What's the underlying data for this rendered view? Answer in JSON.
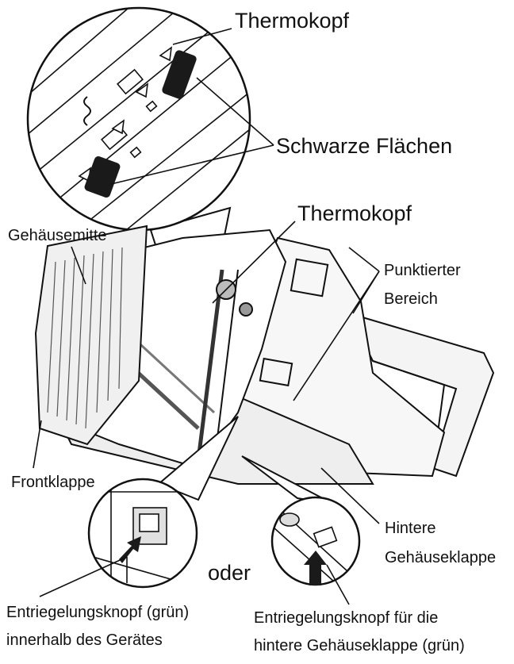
{
  "labels": {
    "thermokopf_top": "Thermokopf",
    "schwarze_flaechen": "Schwarze Flächen",
    "thermokopf_mid": "Thermokopf",
    "gehaeusemitte": "Gehäusemitte",
    "punktierter_line1": "Punktierter",
    "punktierter_line2": "Bereich",
    "frontklappe": "Frontklappe",
    "hintere_line1": "Hintere",
    "hintere_line2": "Gehäuseklappe",
    "oder": "oder",
    "knopf_innen_line1": "Entriegelungsknopf (grün)",
    "knopf_innen_line2": "innerhalb des Gerätes",
    "knopf_hinten_line1": "Entriegelungsknopf für die",
    "knopf_hinten_line2": "hintere Gehäuseklappe (grün)"
  },
  "colors": {
    "ink": "#111111",
    "paper": "#ffffff",
    "shade": "#d9d9d9",
    "dark": "#1a1a1a"
  }
}
